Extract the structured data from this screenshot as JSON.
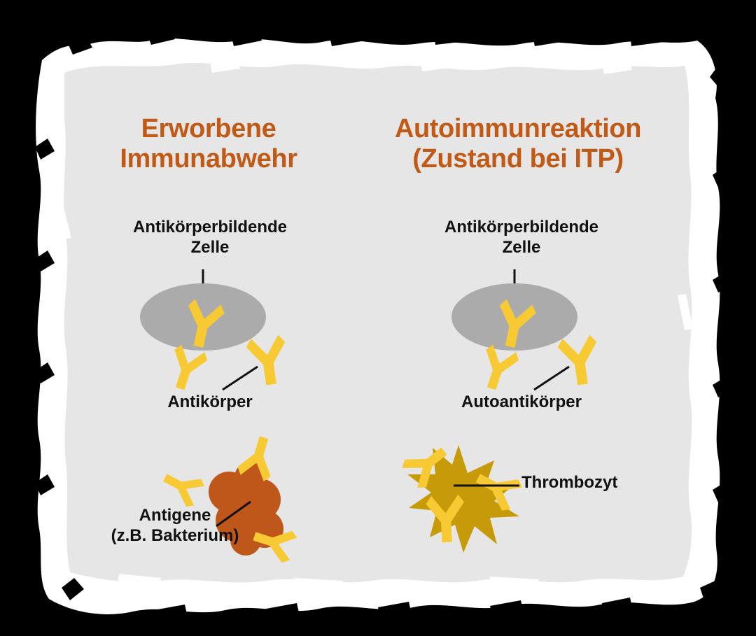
{
  "figure": {
    "background_color": "#000000",
    "panel_color": "#E6E6E6",
    "brush_border_color": "#FFFFFF",
    "title_color": "#C25A17",
    "label_color": "#111111",
    "antibody_color": "#F7CA33",
    "cell_color": "#ABABAB",
    "bacterium_color": "#C0571A",
    "thrombocyte_color": "#C79A0A",
    "leader_line_color": "#111111"
  },
  "columns": {
    "left": {
      "title": "Erworbene\nImmunabwehr",
      "cell_label": "Antikörperbildende\nZelle",
      "antibody_label": "Antikörper",
      "target_label": "Antigene\n(z.B. Bakterium)"
    },
    "right": {
      "title": "Autoimmunreaktion\n(Zustand bei ITP)",
      "cell_label": "Antikörperbildende\nZelle",
      "antibody_label": "Autoantikörper",
      "target_label": "Thrombozyt"
    }
  },
  "icons": {
    "antibody": "antibody-y-icon",
    "cell": "plasma-cell-icon",
    "bacterium": "bacterium-icon",
    "thrombocyte": "thrombocyte-star-icon",
    "leader": "leader-line"
  }
}
